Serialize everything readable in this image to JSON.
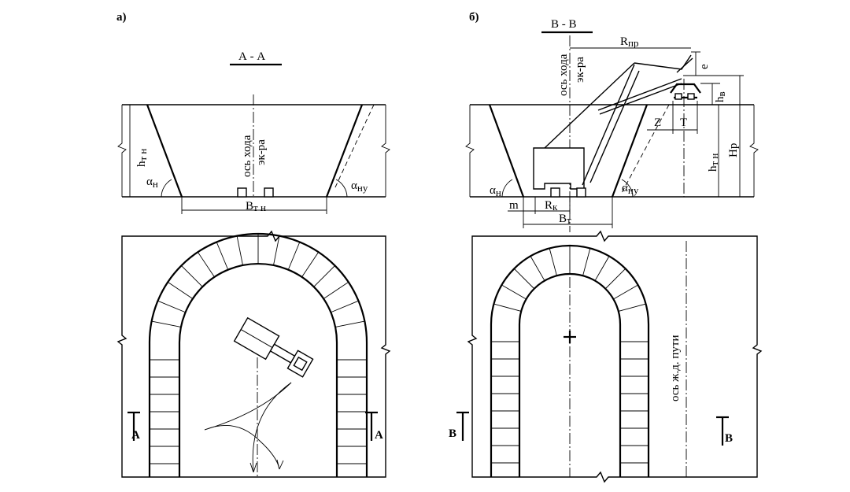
{
  "panel_a": {
    "letter": "а)",
    "section": "А - А",
    "axis_label_1": "ось хода",
    "axis_label_2": "эк-ра",
    "h_label": "h",
    "h_sub": "т н",
    "alpha_left": "α",
    "alpha_left_sub": "н",
    "alpha_right": "α",
    "alpha_right_sub": "ну",
    "width_label": "В",
    "width_sub": "т н",
    "mark_left": "А",
    "mark_right": "А"
  },
  "panel_b": {
    "letter": "б)",
    "section": "В - В",
    "axis_label_1": "ось хода",
    "axis_label_2": "эк-ра",
    "r_pr": "R",
    "r_pr_sub": "пр",
    "e_label": "e",
    "hv_label": "h",
    "hv_sub": "в",
    "z_label": "Z",
    "t_label": "T",
    "htn_label": "h",
    "htn_sub": "т н",
    "hr_label": "Hр",
    "alpha_left": "α",
    "alpha_left_sub": "н",
    "alpha_right": "α",
    "alpha_right_sub": "ну",
    "m_label": "m",
    "rk_label": "R",
    "rk_sub": "к",
    "bt_label": "В",
    "bt_sub": "т",
    "rail_axis": "ось ж.д. пути",
    "mark_left": "В",
    "mark_right": "В"
  }
}
